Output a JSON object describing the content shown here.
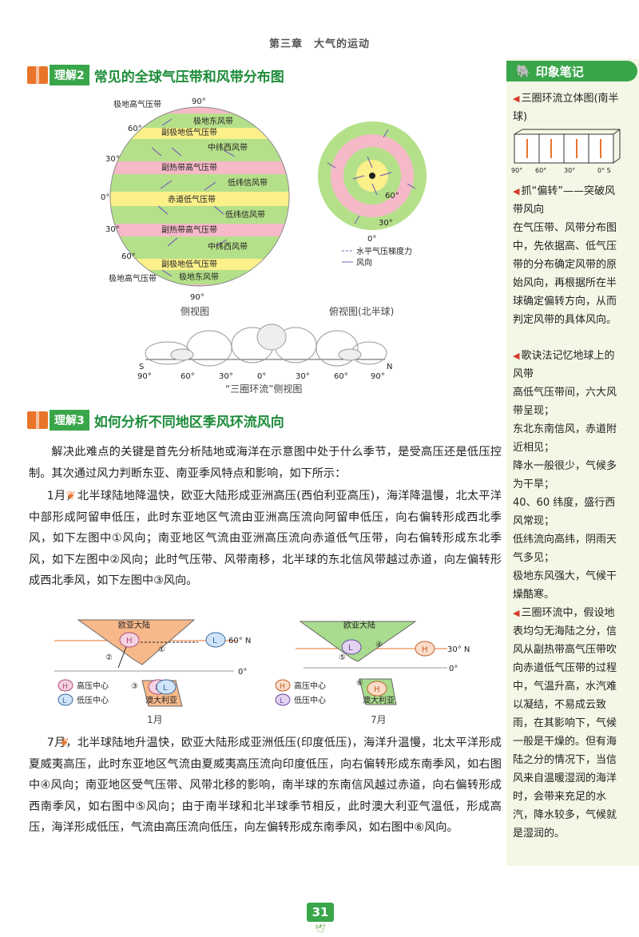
{
  "header": {
    "chapter": "第三章　大气的运动"
  },
  "section2": {
    "tag": "理解2",
    "title": "常见的全球气压带和风带分布图",
    "side_view": {
      "top_label": "极地高气压带",
      "bottom_label": "极地高气压带",
      "lat_top": "90°",
      "lat_bottom": "90°",
      "lat_60n": "60°",
      "lat_30n": "30°",
      "lat_0": "0°",
      "lat_30s": "30°",
      "lat_60s": "60°",
      "bands": [
        "极地东风带",
        "副极地低气压带",
        "中纬西风带",
        "副热带高气压带",
        "低纬信风带",
        "赤道低气压带",
        "低纬信风带",
        "副热带高气压带",
        "中纬西风带",
        "副极地低气压带",
        "极地东风带"
      ],
      "caption": "侧视图"
    },
    "top_view": {
      "lat_60": "60°",
      "lat_30": "30°",
      "lat_0": "0°",
      "legend_gradient": "水平气压梯度力",
      "legend_wind": "风向",
      "caption": "俯视图(北半球)"
    },
    "three_cell": {
      "s": "S",
      "n": "N",
      "ticks": [
        "90°",
        "60°",
        "30°",
        "0°",
        "30°",
        "60°",
        "90°"
      ],
      "caption": "“三圈环流”侧视图"
    }
  },
  "section3": {
    "tag": "理解3",
    "title": "如何分析不同地区季风环流风向",
    "intro": "解决此难点的关键是首先分析陆地或海洋在示意图中处于什么季节，是受高压还是低压控制。其次通过风力判断东亚、南亚季风特点和影响，如下所示：",
    "jan_text": "1月，北半球陆地降温快，欧亚大陆形成亚洲高压(西伯利亚高压)，海洋降温慢，北太平洋中部形成阿留申低压，此时东亚地区气流由亚洲高压流向阿留申低压，向右偏转形成西北季风，如下左图中①风向；南亚地区气流由亚洲高压流向赤道低气压带，向右偏转形成东北季风，如下左图中②风向；此时气压带、风带南移，北半球的东北信风带越过赤道，向左偏转形成西北季风，如下左图中③风向。",
    "jul_text": "7月，北半球陆地升温快，欧亚大陆形成亚洲低压(印度低压)，海洋升温慢，北太平洋形成夏威夷高压，此时东亚地区气流由夏威夷高压流向印度低压，向右偏转形成东南季风，如右图中④风向；南亚地区受气压带、风带北移的影响，南半球的东南信风越过赤道，向右偏转形成西南季风，如右图中⑤风向；由于南半球和北半球季节相反，此时澳大利亚气温低，形成高压，海洋形成低压，气流由高压流向低压，向左偏转形成东南季风，如右图中⑥风向。",
    "jan_fig": {
      "continent": "欧亚大陆",
      "australia": "澳大利亚",
      "lat60": "60° N",
      "lat0": "0°",
      "h": "H",
      "l": "L",
      "c1": "①",
      "c2": "②",
      "c3": "③",
      "legend_h": "高压中心",
      "legend_l": "低压中心",
      "caption": "1月"
    },
    "jul_fig": {
      "continent": "欧亚大陆",
      "australia": "澳大利亚",
      "lat30": "30° N",
      "lat0": "0°",
      "h": "H",
      "l": "L",
      "c4": "④",
      "c5": "⑤",
      "c6": "⑥",
      "legend_h": "高压中心",
      "legend_l": "低压中心",
      "caption": "7月"
    }
  },
  "sidebar": {
    "title": "印象笔记",
    "n1_title": "三圈环流立体图(南半球)",
    "cube_ticks": [
      "90°",
      "60°",
      "30°",
      "0° S"
    ],
    "n2_title": "抓“偏转”——突破风带风向",
    "n2_body": "在气压带、风带分布图中，先依据高、低气压带的分布确定风带的原始风向，再根据所在半球确定偏转方向，从而判定风带的具体风向。",
    "n3_title": "歌诀法记忆地球上的风带",
    "n3_lines": [
      "高低气压带间，六大风带呈现；",
      "东北东南信风，赤道附近相见；",
      "降水一般很少，气候多为干旱；",
      "40、60 纬度，盛行西风常现；",
      "低纬流向高纬，阴雨天气多见；",
      "极地东风强大，气候干燥酷寒。"
    ],
    "n4_body": "三圈环流中，假设地表均匀无海陆之分，信风从副热带高气压带吹向赤道低气压带的过程中，气温升高，水汽难以凝结，不易成云致雨，在其影响下，气候一般是干燥的。但有海陆之分的情况下，当信风来自温暖湿润的海洋时，会带来充足的水汽，降水较多，气候就是湿润的。"
  },
  "footer": {
    "page_number": "31"
  },
  "colors": {
    "accent_green": "#3aa64a",
    "orange": "#e8742a",
    "yellow_band": "#fbf08a",
    "green_band": "#b5e08a",
    "pink_band": "#f5b9c8"
  }
}
